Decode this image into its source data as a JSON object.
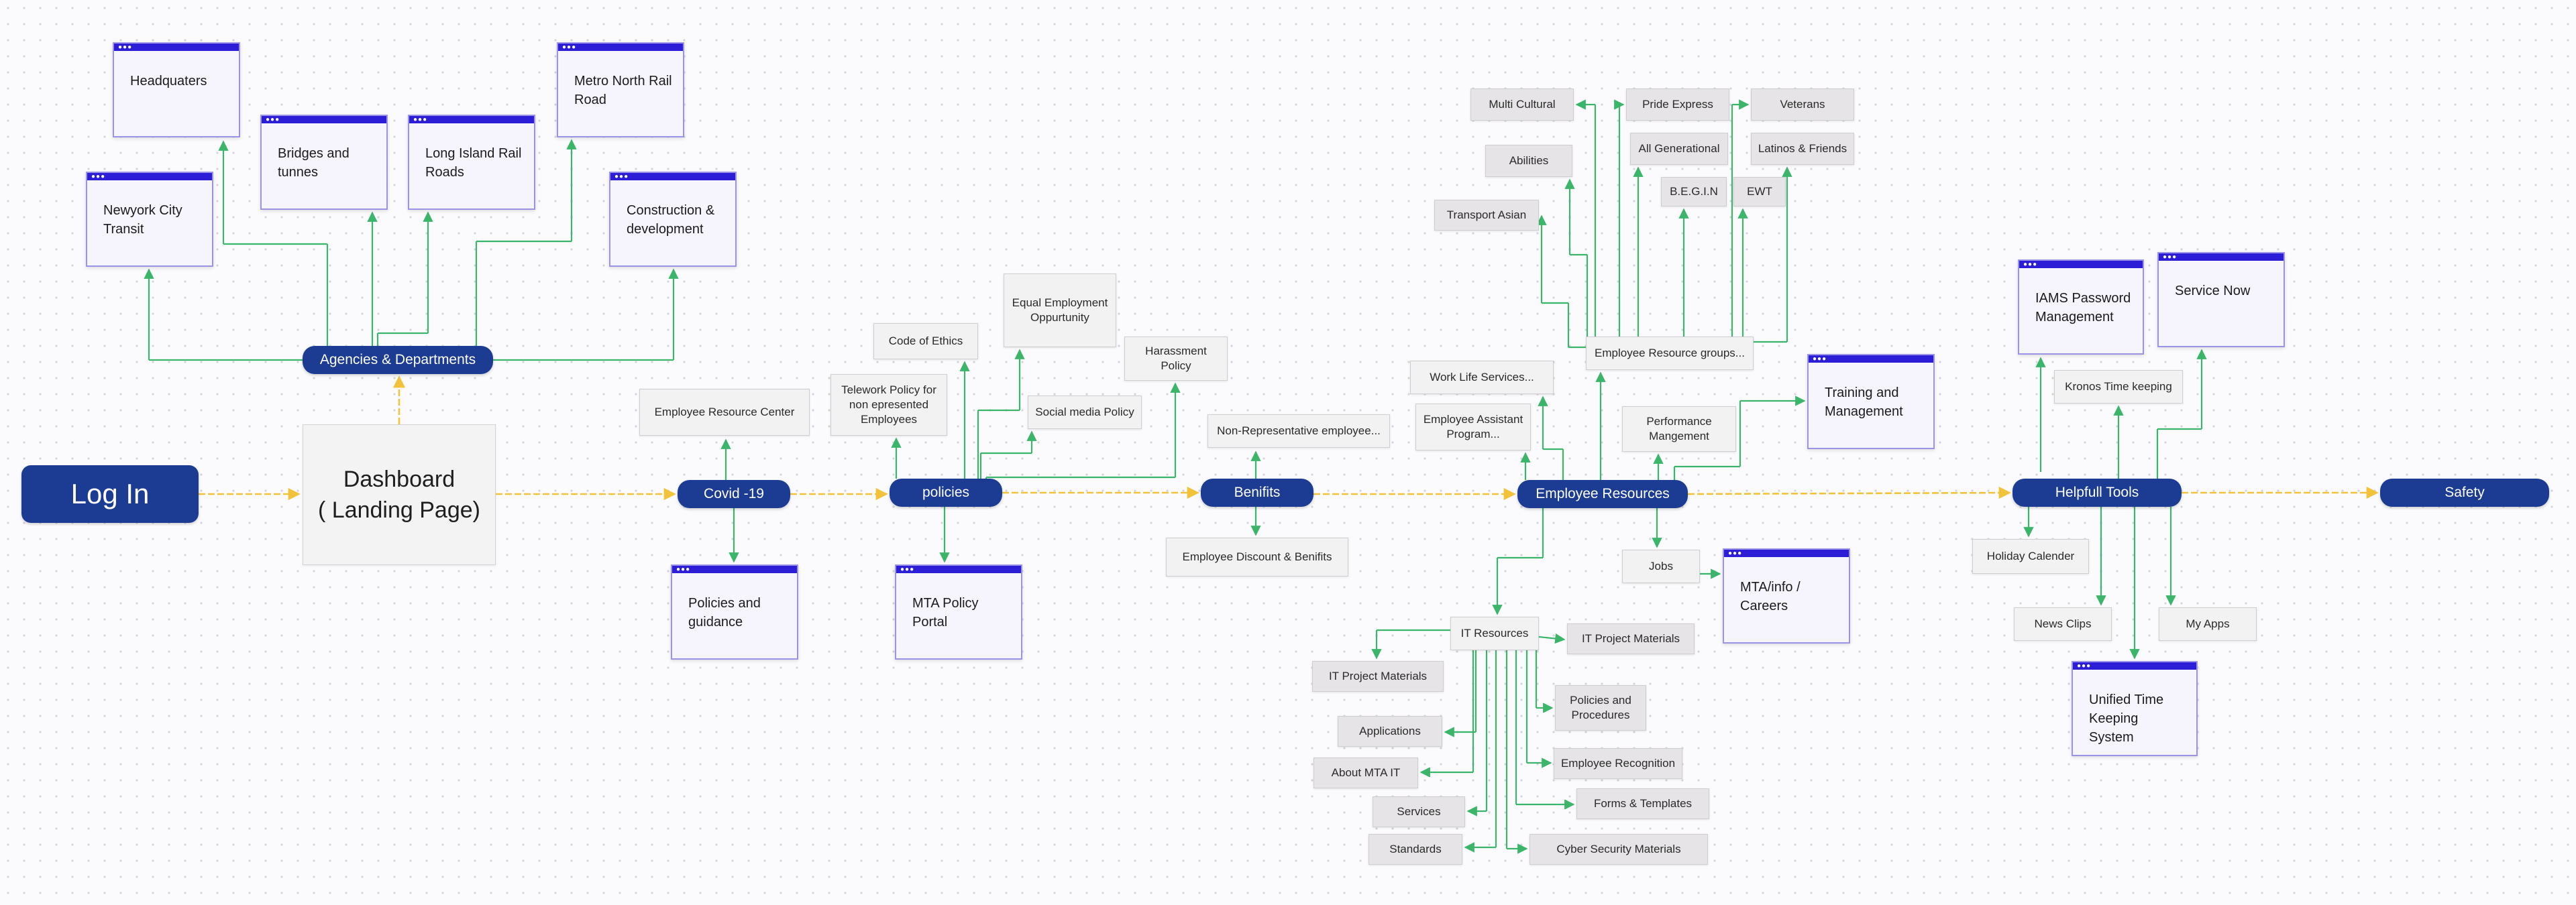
{
  "nodes": {
    "login": "Log In",
    "dashboard": "Dashboard\n( Landing Page)",
    "agencies": "Agencies & Departments",
    "headquaters": "Headquaters",
    "nyct": "Newyork City Transit",
    "bridges": "Bridges and tunnes",
    "lirr": "Long Island Rail Roads",
    "metro_north": "Metro North Rail Road",
    "construction": "Construction & development",
    "covid": "Covid -19",
    "erc": "Employee Resource Center",
    "policies_guidance": "Policies and guidance",
    "policies": "policies",
    "telework": "Telework Policy for non epresented Employees",
    "code_ethics": "Code of Ethics",
    "equal_employment": "Equal Employment Oppurtunity",
    "social_media": "Social media Policy",
    "harassment": "Harassment Policy",
    "mta_policy_portal": "MTA Policy Portal",
    "benifits": "Benifits",
    "non_rep": "Non-Representative employee...",
    "discount": "Employee Discount & Benifits",
    "employee_resources": "Employee Resources",
    "work_life": "Work Life Services...",
    "eap": "Employee Assistant Program...",
    "performance": "Performance Mangement",
    "erg": "Employee Resource groups...",
    "multi_cultural": "Multi Cultural",
    "pride": "Pride Express",
    "veterans": "Veterans",
    "abilities": "Abilities",
    "all_gen": "All Generational",
    "latinos": "Latinos & Friends",
    "begin": "B.E.G.I.N",
    "ewt": "EWT",
    "transport_asian": "Transport Asian",
    "training": "Training and Management",
    "jobs": "Jobs",
    "careers": "MTA/info / Careers",
    "it_resources": "IT Resources",
    "it_proj_right": "IT Project Materials",
    "it_proj_left": "IT Project Materials",
    "policies_procedures": "Policies and Procedures",
    "applications": "Applications",
    "about_it": "About MTA IT",
    "emp_recognition": "Employee Recognition",
    "forms": "Forms & Templates",
    "services": "Services",
    "standards": "Standards",
    "cyber": "Cyber Security Materials",
    "helpfull": "Helpfull Tools",
    "iams": "IAMS Password Management",
    "service_now": "Service Now",
    "kronos": "Kronos Time keeping",
    "holiday": "Holiday Calender",
    "news": "News Clips",
    "my_apps": "My Apps",
    "utks": "Unified Time Keeping System",
    "safety": "Safety"
  },
  "colors": {
    "pill": "#1c3c94",
    "window_bar": "#2c1ed6",
    "main_flow": "#f2c33a",
    "branch": "#3bb56a"
  }
}
